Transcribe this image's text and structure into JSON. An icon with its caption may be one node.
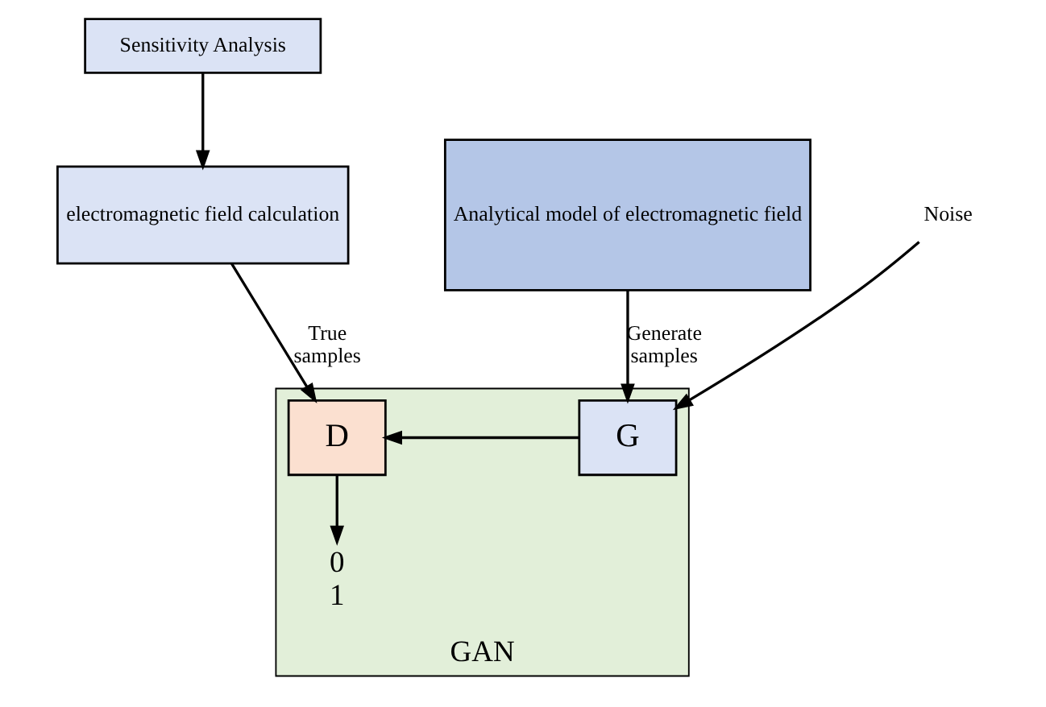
{
  "diagram": {
    "nodes": [
      {
        "text": [
          "Sensitivity Analysis"
        ]
      },
      {
        "text": [
          "electromagnetic field calculation"
        ]
      },
      {
        "text": [
          "Analytical model of electromagnetic field"
        ]
      },
      {
        "text": [
          "GAN"
        ]
      },
      {
        "text": [
          "D"
        ],
        "in": 3
      },
      {
        "text": [
          "G"
        ],
        "in": 3
      },
      {
        "text": [
          "Noise"
        ]
      },
      {
        "text": [
          "0",
          "1"
        ],
        "in": 3
      }
    ],
    "edges": [
      {
        "from": 0,
        "to": 1,
        "arrow": "to"
      },
      {
        "from": 1,
        "to": 4,
        "arrow": "to",
        "label": "True samples"
      },
      {
        "from": 2,
        "to": 5,
        "arrow": "to",
        "label": "Generate samples"
      },
      {
        "from": 5,
        "to": 4,
        "arrow": "to"
      },
      {
        "from": 6,
        "to": 5,
        "arrow": "to"
      },
      {
        "from": 4,
        "to": 7,
        "arrow": "to"
      }
    ]
  }
}
